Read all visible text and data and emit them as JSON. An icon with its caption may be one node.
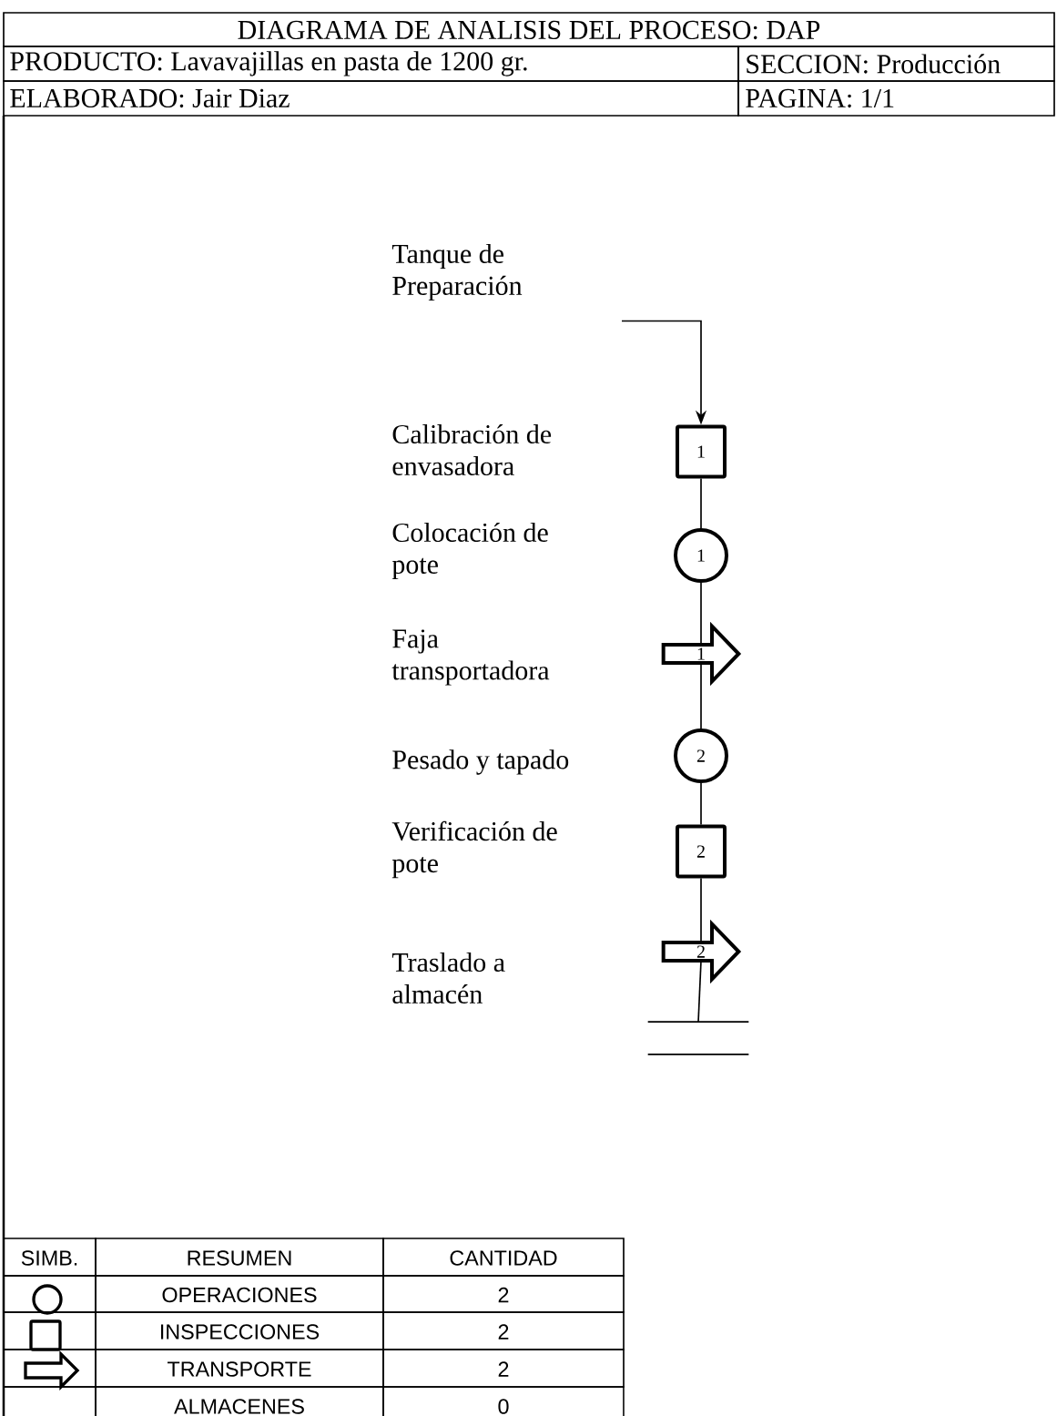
{
  "diagram": {
    "title": "DIAGRAMA DE ANALISIS DEL PROCESO: DAP",
    "nodes": [
      {
        "text": [
          "1"
        ]
      },
      {
        "text": [
          "1"
        ]
      },
      {
        "text": [
          "1"
        ]
      },
      {
        "text": [
          "2"
        ]
      },
      {
        "text": [
          "2"
        ]
      },
      {
        "text": [
          "2"
        ]
      },
      {
        "text": [],
        "shape": "bar"
      }
    ],
    "edges": [
      {
        "from": null,
        "to": 0,
        "arrow": "to"
      },
      {
        "from": 0,
        "to": 1,
        "arrow": "none"
      },
      {
        "from": 1,
        "to": 2,
        "arrow": "none"
      },
      {
        "from": 2,
        "to": 3,
        "arrow": "none"
      },
      {
        "from": 3,
        "to": 4,
        "arrow": "none"
      },
      {
        "from": 4,
        "to": 5,
        "arrow": "none"
      },
      {
        "from": 5,
        "to": 6,
        "arrow": "none"
      }
    ],
    "labels": [
      "PRODUCTO: Lavavajillas en pasta de 1200 gr.",
      "SECCION: Producción",
      "ELABORADO: Jair Diaz",
      "PAGINA: 1/1",
      "Tanque de Preparación",
      "Calibración de envasadora",
      "Colocación de pote",
      "Faja transportadora",
      "Pesado y tapado",
      "Verificación de pote",
      "Traslado a almacén",
      "SIMB.",
      "RESUMEN",
      "CANTIDAD",
      "OPERACIONES",
      "2",
      "INSPECCIONES",
      "2",
      "TRANSPORTE",
      "2",
      "ALMACENES",
      "0"
    ]
  }
}
